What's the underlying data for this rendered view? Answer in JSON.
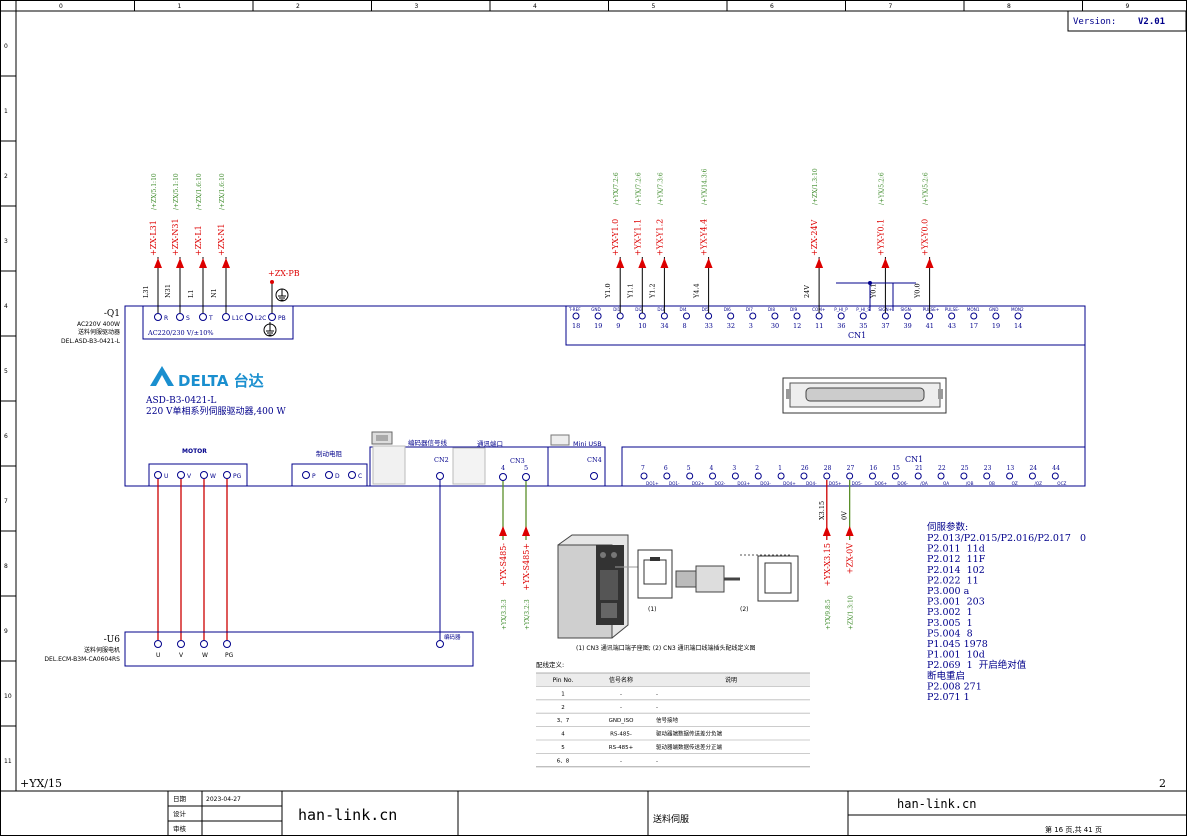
{
  "version": {
    "label": "Version:",
    "value": "V2.01"
  },
  "col_ruler": [
    "0",
    "1",
    "2",
    "3",
    "4",
    "5",
    "6",
    "7",
    "8",
    "9"
  ],
  "row_ruler": [
    "0",
    "1",
    "2",
    "3",
    "4",
    "5",
    "6",
    "7",
    "8",
    "9",
    "10",
    "11"
  ],
  "q1": {
    "tag": "-Q1",
    "line1": "AC220V 400W",
    "line2": "送料伺服驱动器",
    "line3": "DEL.ASD-B3-0421-L"
  },
  "power": {
    "supply": "AC220/230 V/±10%",
    "terms": [
      "R",
      "S",
      "T",
      "L1C",
      "L2C",
      "PB"
    ]
  },
  "power_wires": [
    {
      "label": "+ZX-L31",
      "ref": "/+ZX/5.1:10",
      "sig": "L31"
    },
    {
      "label": "+ZX-N31",
      "ref": "/+ZX/5.1:10",
      "sig": "N31"
    },
    {
      "label": "+ZX-L1",
      "ref": "/+ZX/1.6:10",
      "sig": "L1"
    },
    {
      "label": "+ZX-N1",
      "ref": "/+ZX/1.6:10",
      "sig": "N1"
    }
  ],
  "pb_label": "+ZX-PB",
  "brand": {
    "logo": "DELTA 台达",
    "model": "ASD-B3-0421-L",
    "desc": "220 V单相系列伺服驱动器,400 W"
  },
  "cn1_top": {
    "title": "CN1",
    "pins": [
      {
        "name": "T-REF",
        "num": "18"
      },
      {
        "name": "GND",
        "num": "19"
      },
      {
        "name": "DI1",
        "num": "9"
      },
      {
        "name": "DI2",
        "num": "10"
      },
      {
        "name": "DI3",
        "num": "34"
      },
      {
        "name": "DI4",
        "num": "8"
      },
      {
        "name": "DI5",
        "num": "33"
      },
      {
        "name": "DI6",
        "num": "32"
      },
      {
        "name": "DI7",
        "num": "3"
      },
      {
        "name": "DI8",
        "num": "30"
      },
      {
        "name": "DI9",
        "num": "12"
      },
      {
        "name": "COM+",
        "num": "11"
      },
      {
        "name": "P_HI_P",
        "num": "36"
      },
      {
        "name": "P_HI_S",
        "num": "35"
      },
      {
        "name": "SIGN+",
        "num": "37"
      },
      {
        "name": "SIGN-",
        "num": "39"
      },
      {
        "name": "PULSE+",
        "num": "41"
      },
      {
        "name": "PULSE-",
        "num": "43"
      },
      {
        "name": "MON1",
        "num": "17"
      },
      {
        "name": "GND",
        "num": "19"
      },
      {
        "name": "MON2",
        "num": "14"
      }
    ]
  },
  "io_wires": [
    {
      "label": "+YX-Y1.0",
      "ref": "/+YX/7.2:6",
      "sig": "Y1.0"
    },
    {
      "label": "+YX-Y1.1",
      "ref": "/+YX/7.2:6",
      "sig": "Y1.1"
    },
    {
      "label": "+YX-Y1.2",
      "ref": "/+YX/7.3:6",
      "sig": "Y1.2"
    },
    {
      "label": "+YX-Y4.4",
      "ref": "/+YX/14.3:6",
      "sig": "Y4.4"
    },
    {
      "label": "+ZX-24V",
      "ref": "/+ZX/1.3:10",
      "sig": "24V"
    },
    {
      "label": "+YX-Y0.1",
      "ref": "/+YX/5.2:6",
      "sig": "Y0.1"
    },
    {
      "label": "+YX-Y0.0",
      "ref": "/+YX/5.2:6",
      "sig": "Y0.0"
    }
  ],
  "motor_block": {
    "title": "MOTOR",
    "terms": [
      "U",
      "V",
      "W",
      "PG"
    ]
  },
  "brake": {
    "title": "制动电阻",
    "terms": [
      "P",
      "D",
      "C"
    ]
  },
  "encoder": {
    "title": "编码器信号线",
    "conn": "CN2"
  },
  "comm": {
    "title": "通讯端口",
    "conn": "CN3",
    "pins": [
      "4",
      "5"
    ]
  },
  "usb": {
    "title": "Mini USB",
    "conn": "CN4"
  },
  "cn1_bottom": {
    "title": "CN1",
    "pins": [
      {
        "name": "DO1+",
        "num": "7"
      },
      {
        "name": "DO1-",
        "num": "6"
      },
      {
        "name": "DO2+",
        "num": "5"
      },
      {
        "name": "DO2-",
        "num": "4"
      },
      {
        "name": "DO3+",
        "num": "3"
      },
      {
        "name": "DO3-",
        "num": "2"
      },
      {
        "name": "DO4+",
        "num": "1"
      },
      {
        "name": "DO4-",
        "num": "26"
      },
      {
        "name": "DO5+",
        "num": "28"
      },
      {
        "name": "DO5-",
        "num": "27"
      },
      {
        "name": "DO6+",
        "num": "16"
      },
      {
        "name": "DO6-",
        "num": "15"
      },
      {
        "name": "/OA",
        "num": "21"
      },
      {
        "name": "OA",
        "num": "22"
      },
      {
        "name": "/OB",
        "num": "25"
      },
      {
        "name": "OB",
        "num": "23"
      },
      {
        "name": "OZ",
        "num": "13"
      },
      {
        "name": "/OZ",
        "num": "24"
      },
      {
        "name": "OCZ",
        "num": "44"
      }
    ]
  },
  "comm_wires": [
    {
      "label": "+YX-S485-",
      "ref": "+YX/3.3:3"
    },
    {
      "label": "+YX-S485+",
      "ref": "+YX/3.2:3"
    }
  ],
  "do_wires": [
    {
      "label": "+YX-X3.15",
      "ref": "+YX/9.8:5",
      "sig": "X3.15"
    },
    {
      "label": "+ZX-0V",
      "ref": "+ZX/1.3:10",
      "sig": "0V"
    }
  ],
  "params": {
    "title": "伺服参数:",
    "lines": [
      "P2.013/P2.015/P2.016/P2.017   0",
      "P2.011  11d",
      "P2.012  11F",
      "P2.014  102",
      "P2.022  11",
      "P3.000 a",
      "P3.001  203",
      "P3.002  1",
      "P3.005  1",
      "P5.004  8",
      "P1.045 1978",
      "P1.001  10d",
      "P2.069  1  开启绝对值",
      "断电重启",
      "P2.008 271",
      "P2.071 1"
    ]
  },
  "u6": {
    "tag": "-U6",
    "line1": "送料伺服电机",
    "line2": "DEL.ECM-B3M-CA0604RS",
    "terms": [
      "U",
      "V",
      "W",
      "PG"
    ],
    "enc": "编码器"
  },
  "figure": {
    "sub1": "(1)",
    "sub2": "(2)",
    "caption": "(1) CN3 通讯端口端子座图; (2) CN3 通讯端口线端插头配线定义图"
  },
  "pin_table": {
    "title": "配线定义:",
    "headers": [
      "Pin No.",
      "信号名称",
      "说明"
    ],
    "rows": [
      [
        "1",
        "-",
        "-"
      ],
      [
        "2",
        "-",
        "-"
      ],
      [
        "3、7",
        "GND_ISO",
        "信号接地"
      ],
      [
        "4",
        "RS-485-",
        "驱动器端数据传送差分负端"
      ],
      [
        "5",
        "RS-485+",
        "驱动器端数据传送差分正端"
      ],
      [
        "6、8",
        "-",
        "-"
      ]
    ]
  },
  "sheet_ref": "+YX/15",
  "page_no": "2",
  "title_block": {
    "date_label": "日期",
    "date_value": "2023-04-27",
    "design_label": "设计",
    "check_label": "审核",
    "company": "han-link.cn",
    "title": "送料伺服",
    "company2": "han-link.cn",
    "page_text": "第 16 页,共 41 页"
  },
  "colors": {
    "wire_red": "#d00000",
    "wire_green": "#5a8f2a",
    "frame_blue": "#00008b"
  }
}
